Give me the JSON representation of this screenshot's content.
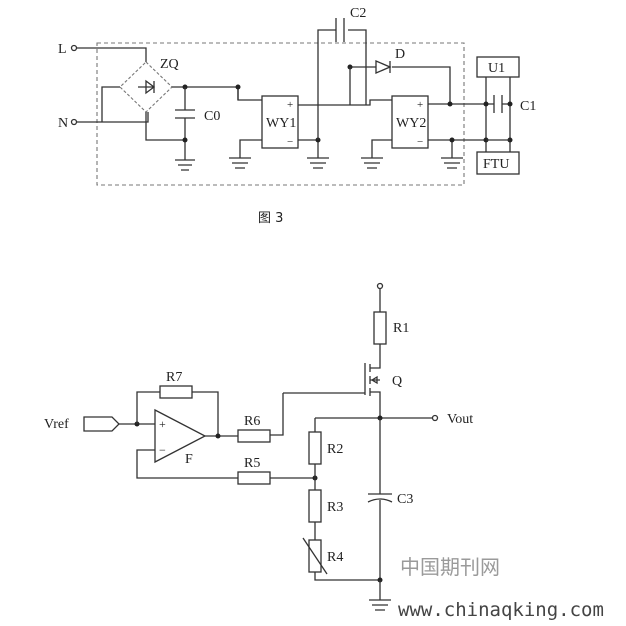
{
  "figure3": {
    "caption": "图 3",
    "labels": {
      "L": "L",
      "N": "N",
      "ZQ": "ZQ",
      "C0": "C0",
      "WY1": "WY1",
      "WY2": "WY2",
      "C2": "C2",
      "D": "D",
      "U1": "U1",
      "C1": "C1",
      "FTU": "FTU",
      "plus": "+",
      "minus": "−"
    }
  },
  "figure4": {
    "labels": {
      "R1": "R1",
      "Q": "Q",
      "Vout": "Vout",
      "Vref": "Vref",
      "R7": "R7",
      "R6": "R6",
      "R5": "R5",
      "F": "F",
      "R2": "R2",
      "R3": "R3",
      "R4": "R4",
      "C3": "C3",
      "plus": "+",
      "minus": "−"
    }
  },
  "watermark": {
    "chinese": "中国期刊网",
    "url": "www.chinaqking.com"
  }
}
